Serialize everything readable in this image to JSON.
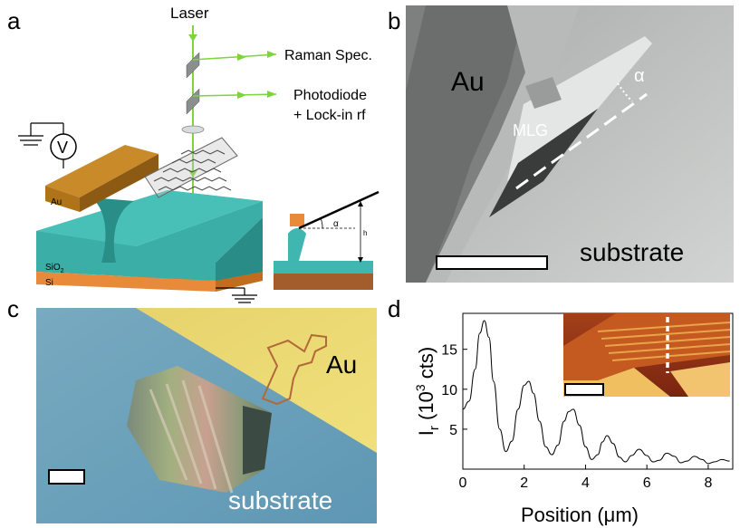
{
  "panels": {
    "a": {
      "letter": "a",
      "laser": "Laser",
      "raman": "Raman Spec.",
      "photodiode_line1": "Photodiode",
      "photodiode_line2": "+ Lock-in rf",
      "voltmeter": "V",
      "au": "Au",
      "sio2_main": "SiO",
      "sio2_sub": "2",
      "si": "Si",
      "alpha": "α",
      "height": "h"
    },
    "b": {
      "letter": "b",
      "au": "Au",
      "mlg": "MLG",
      "alpha": "α",
      "substrate": "substrate"
    },
    "c": {
      "letter": "c",
      "au": "Au",
      "substrate": "substrate"
    },
    "d": {
      "letter": "d"
    }
  },
  "colors": {
    "laser": "#7cd63a",
    "gold": "#c98a2a",
    "sio2": "#3fb7b0",
    "si": "#e88a3a",
    "sem_bg": "#c9cbca",
    "optical_blue": "#6aa0b8",
    "optical_gold": "#e8d76a",
    "inset_dark": "#8a2a10",
    "inset_light": "#e8a040"
  },
  "chart_data": {
    "type": "line",
    "xlabel": "Position (μm)",
    "ylabel_main": "I",
    "ylabel_sub": "r",
    "ylabel_unit_prefix": "(10",
    "ylabel_unit_exp": "3",
    "ylabel_unit_suffix": " cts)",
    "xlim": [
      0,
      8.8
    ],
    "ylim": [
      0,
      19.5
    ],
    "xticks": [
      0,
      2,
      4,
      6,
      8
    ],
    "yticks": [
      5,
      10,
      15
    ],
    "grid": false,
    "series": [
      {
        "x": [
          0,
          0.2,
          0.4,
          0.55,
          0.7,
          0.85,
          1.0,
          1.2,
          1.4,
          1.6,
          1.8,
          2.0,
          2.15,
          2.3,
          2.5,
          2.7,
          2.9,
          3.1,
          3.3,
          3.45,
          3.6,
          3.8,
          4.0,
          4.2,
          4.4,
          4.55,
          4.7,
          4.9,
          5.1,
          5.3,
          5.5,
          5.75,
          6.0,
          6.2,
          6.4,
          6.65,
          6.9,
          7.1,
          7.3,
          7.55,
          7.8,
          8.0,
          8.2,
          8.45,
          8.7
        ],
        "y": [
          7.5,
          8.5,
          12.5,
          17.0,
          18.6,
          16.5,
          11.0,
          5.0,
          2.2,
          3.5,
          7.5,
          10.5,
          11.0,
          9.5,
          6.0,
          2.8,
          1.8,
          3.0,
          6.0,
          7.2,
          7.5,
          5.5,
          2.8,
          1.2,
          1.8,
          3.4,
          4.2,
          3.2,
          1.5,
          0.9,
          1.7,
          2.5,
          1.7,
          0.9,
          1.1,
          2.0,
          1.6,
          0.8,
          1.0,
          1.6,
          1.2,
          0.7,
          0.9,
          1.2,
          1.0
        ]
      }
    ]
  }
}
